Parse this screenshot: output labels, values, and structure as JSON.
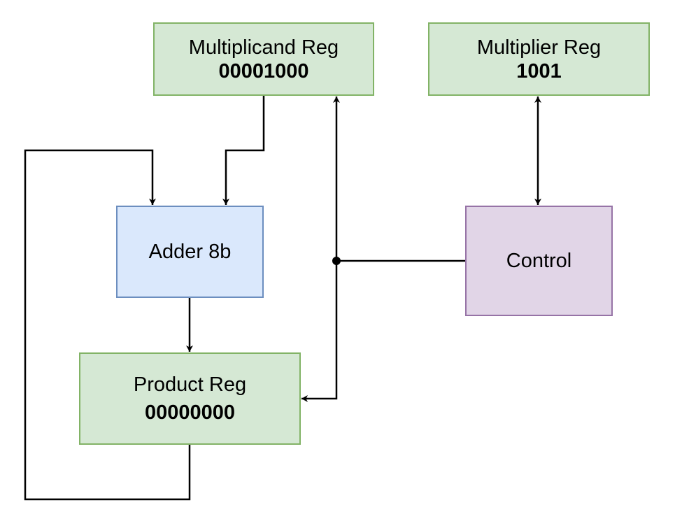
{
  "diagram": {
    "blocks": {
      "multiplicand": {
        "title": "Multiplicand Reg",
        "value": "00001000"
      },
      "multiplier": {
        "title": "Multiplier Reg",
        "value": "1001"
      },
      "adder": {
        "title": "Adder 8b"
      },
      "control": {
        "title": "Control"
      },
      "product": {
        "title": "Product Reg",
        "value": "00000000"
      }
    },
    "colors": {
      "register_fill": "#d5e8d4",
      "register_border": "#82b366",
      "adder_fill": "#dae8fc",
      "adder_border": "#6c8ebf",
      "control_fill": "#e1d5e7",
      "control_border": "#9673a6",
      "wire": "#000000"
    },
    "connections": [
      {
        "from": "multiplicand",
        "to": "adder"
      },
      {
        "from": "product",
        "to": "adder",
        "note": "feedback loop"
      },
      {
        "from": "adder",
        "to": "product"
      },
      {
        "from": "control",
        "to": "multiplicand"
      },
      {
        "from": "control",
        "to": "product"
      },
      {
        "from": "control",
        "to": "multiplier",
        "bidirectional": true
      }
    ]
  }
}
